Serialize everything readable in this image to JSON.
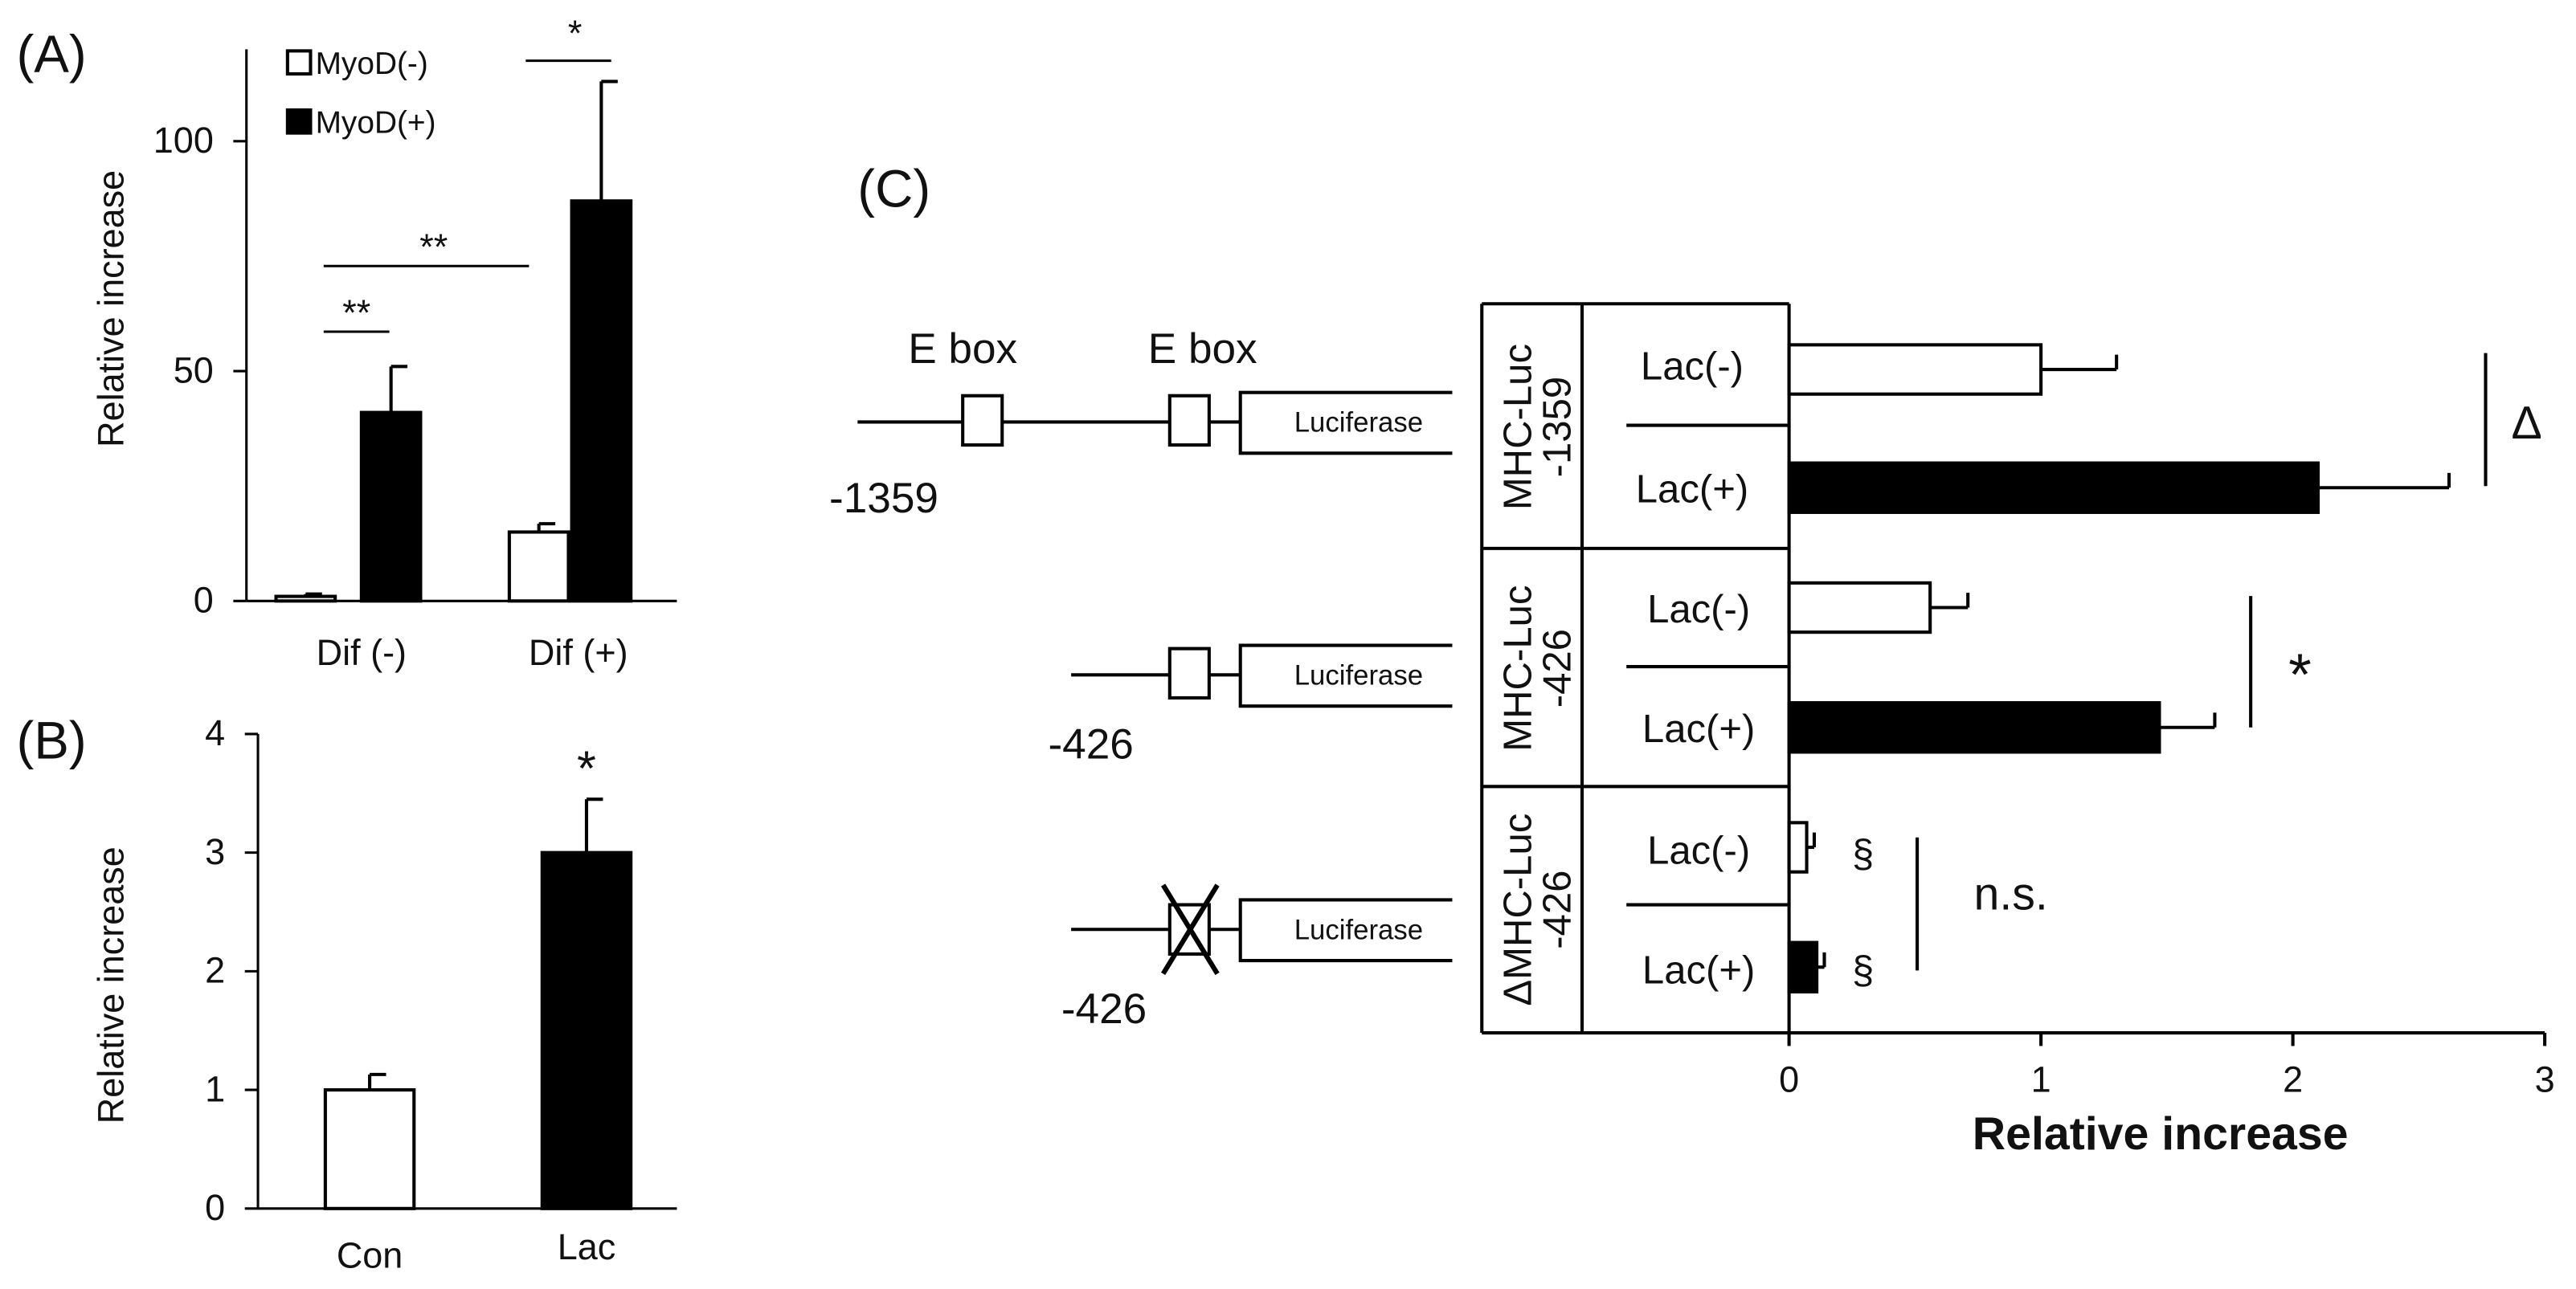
{
  "panels": {
    "a": "(A)",
    "b": "(B)",
    "c": "(C)"
  },
  "chart_data": [
    {
      "panel": "A",
      "type": "bar",
      "ylabel": "Relative increase",
      "ylim": [
        0,
        120
      ],
      "yticks": [
        "0",
        "50",
        "100"
      ],
      "categories": [
        "Dif (-)",
        "Dif (+)"
      ],
      "series": [
        {
          "name": "MyoD(-)",
          "fill": "#ffffff",
          "values": [
            1,
            15
          ],
          "errors": [
            0.5,
            1.8
          ]
        },
        {
          "name": "MyoD(+)",
          "fill": "#000000",
          "values": [
            41,
            87
          ],
          "errors": [
            10,
            26
          ]
        }
      ],
      "legend_position": "top-left",
      "annotations": [
        {
          "text": "**",
          "bracket": "Dif(-) MyoD(-) vs Dif(-) MyoD(+)"
        },
        {
          "text": "**",
          "bracket": "Dif(-) MyoD(-) vs Dif(+) MyoD(-)"
        },
        {
          "text": "*",
          "bracket": "Dif(+) MyoD(-) vs Dif(+) MyoD(+)"
        }
      ]
    },
    {
      "panel": "B",
      "type": "bar",
      "ylabel": "Relative increase",
      "ylim": [
        0,
        4
      ],
      "yticks": [
        "0",
        "1",
        "2",
        "3",
        "4"
      ],
      "categories": [
        "Con",
        "Lac"
      ],
      "values": [
        1,
        3
      ],
      "errors": [
        0.13,
        0.45
      ],
      "fills": [
        "#ffffff",
        "#000000"
      ],
      "annotations": [
        {
          "text": "*",
          "over": "Lac"
        }
      ]
    },
    {
      "panel": "C",
      "type": "bar",
      "orientation": "horizontal",
      "xlabel": "Relative increase",
      "xlim": [
        0,
        3
      ],
      "xticks": [
        "0",
        "1",
        "2",
        "3"
      ],
      "groups": [
        {
          "label_1": "MHC-Luc",
          "label_2": "-1359",
          "rows": [
            {
              "label": "Lac(-)",
              "value": 1.0,
              "error": 0.3,
              "fill": "#ffffff",
              "mark": ""
            },
            {
              "label": "Lac(+)",
              "value": 2.1,
              "error": 0.52,
              "fill": "#000000",
              "mark": ""
            }
          ],
          "significance": "Δ"
        },
        {
          "label_1": "MHC-Luc",
          "label_2": "-426",
          "rows": [
            {
              "label": "Lac(-)",
              "value": 0.56,
              "error": 0.15,
              "fill": "#ffffff",
              "mark": ""
            },
            {
              "label": "Lac(+)",
              "value": 1.47,
              "error": 0.22,
              "fill": "#000000",
              "mark": ""
            }
          ],
          "significance": "*"
        },
        {
          "label_1": "ΔMHC-Luc",
          "label_2": "-426",
          "rows": [
            {
              "label": "Lac(-)",
              "value": 0.07,
              "error": 0.03,
              "fill": "#ffffff",
              "mark": "§"
            },
            {
              "label": "Lac(+)",
              "value": 0.11,
              "error": 0.03,
              "fill": "#000000",
              "mark": "§"
            }
          ],
          "significance": "n.s."
        }
      ]
    }
  ],
  "diagram": {
    "ebox_label": "E box",
    "luciferase_label": "Luciferase",
    "construct_1_start": "-1359",
    "construct_2_start": "-426",
    "construct_3_start": "-426"
  }
}
